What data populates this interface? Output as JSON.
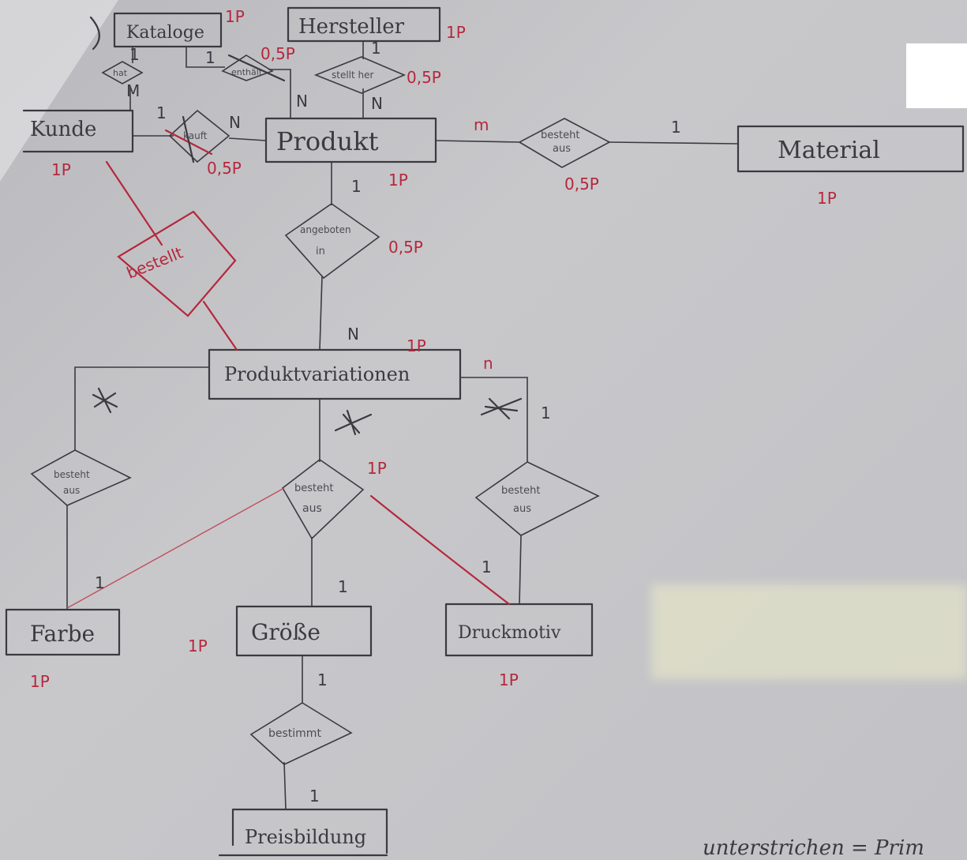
{
  "entities": {
    "kataloge": "Kataloge",
    "hersteller": "Hersteller",
    "kunde": "Kunde",
    "produkt": "Produkt",
    "material": "Material",
    "produktvariationen": "Produktvariationen",
    "farbe": "Farbe",
    "groesse": "Größe",
    "druckmotiv": "Druckmotiv",
    "preisbildung": "Preisbildung"
  },
  "relationships": {
    "kataloge_kunde": "hat",
    "kataloge_produkt": "enthält",
    "hersteller_produkt": "stellt her",
    "kunde_produkt": "kauft",
    "produkt_material_1": "besteht",
    "produkt_material_2": "aus",
    "produkt_pv_1": "angeboten",
    "produkt_pv_2": "in",
    "pv_farbe_1": "besteht",
    "pv_farbe_2": "aus",
    "pv_groesse_1": "besteht",
    "pv_groesse_2": "aus",
    "pv_druckmotiv_1": "besteht",
    "pv_druckmotiv_2": "aus",
    "groesse_preis": "bestimmt",
    "kunde_pv_red": "bestellt"
  },
  "cardinalities": {
    "kataloge_a": "1",
    "kataloge_b": "1",
    "kunde_rel_m": "M",
    "hersteller_a": "1",
    "produkt_n_left": "N",
    "produkt_n_right": "N",
    "kunde_1": "1",
    "produkt_n_kauft": "N",
    "produkt_m": "m",
    "material_1": "1",
    "produkt_1_down": "1",
    "pv_n": "N",
    "pv_n_right": "n",
    "pv_1_right": "1",
    "farbe_1": "1",
    "groesse_1": "1",
    "druckmotiv_1": "1",
    "groesse_1_down": "1",
    "preis_1": "1"
  },
  "annotations": {
    "kataloge": "1P",
    "hersteller": "1P",
    "kunde_kataloge": "0,5P",
    "hersteller_rel": "0,5P",
    "kunde": "1P",
    "kauft": "0,5P",
    "produkt": "1P",
    "material_rel": "0,5P",
    "material": "1P",
    "angeboten": "0,5P",
    "pv": "1P",
    "groesse_rel": "1P",
    "farbe": "1P",
    "groesse": "1P",
    "druckmotiv": "1P"
  },
  "footer": "unterstrichen = Prim"
}
